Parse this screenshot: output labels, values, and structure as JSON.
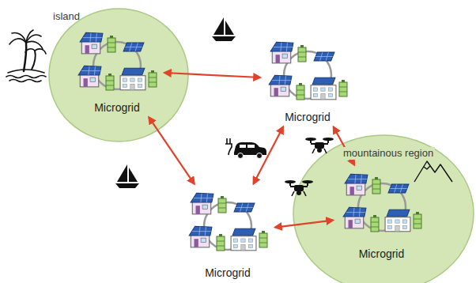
{
  "diagram": {
    "nodes": [
      {
        "text": [
          "island"
        ]
      },
      {
        "text": [
          "Microgrid"
        ],
        "in": 0
      },
      {
        "text": [
          "Microgrid"
        ]
      },
      {
        "text": [
          "mountainous region"
        ]
      },
      {
        "text": [
          "Microgrid"
        ],
        "in": 3
      },
      {
        "text": [
          "Microgrid"
        ]
      }
    ],
    "edges": [
      {
        "from": 1,
        "to": 2,
        "arrow": "both"
      },
      {
        "from": 1,
        "to": 5,
        "arrow": "both"
      },
      {
        "from": 2,
        "to": 5,
        "arrow": "both"
      },
      {
        "from": 2,
        "to": 4,
        "arrow": "both"
      },
      {
        "from": 5,
        "to": 4,
        "arrow": "both"
      }
    ]
  }
}
